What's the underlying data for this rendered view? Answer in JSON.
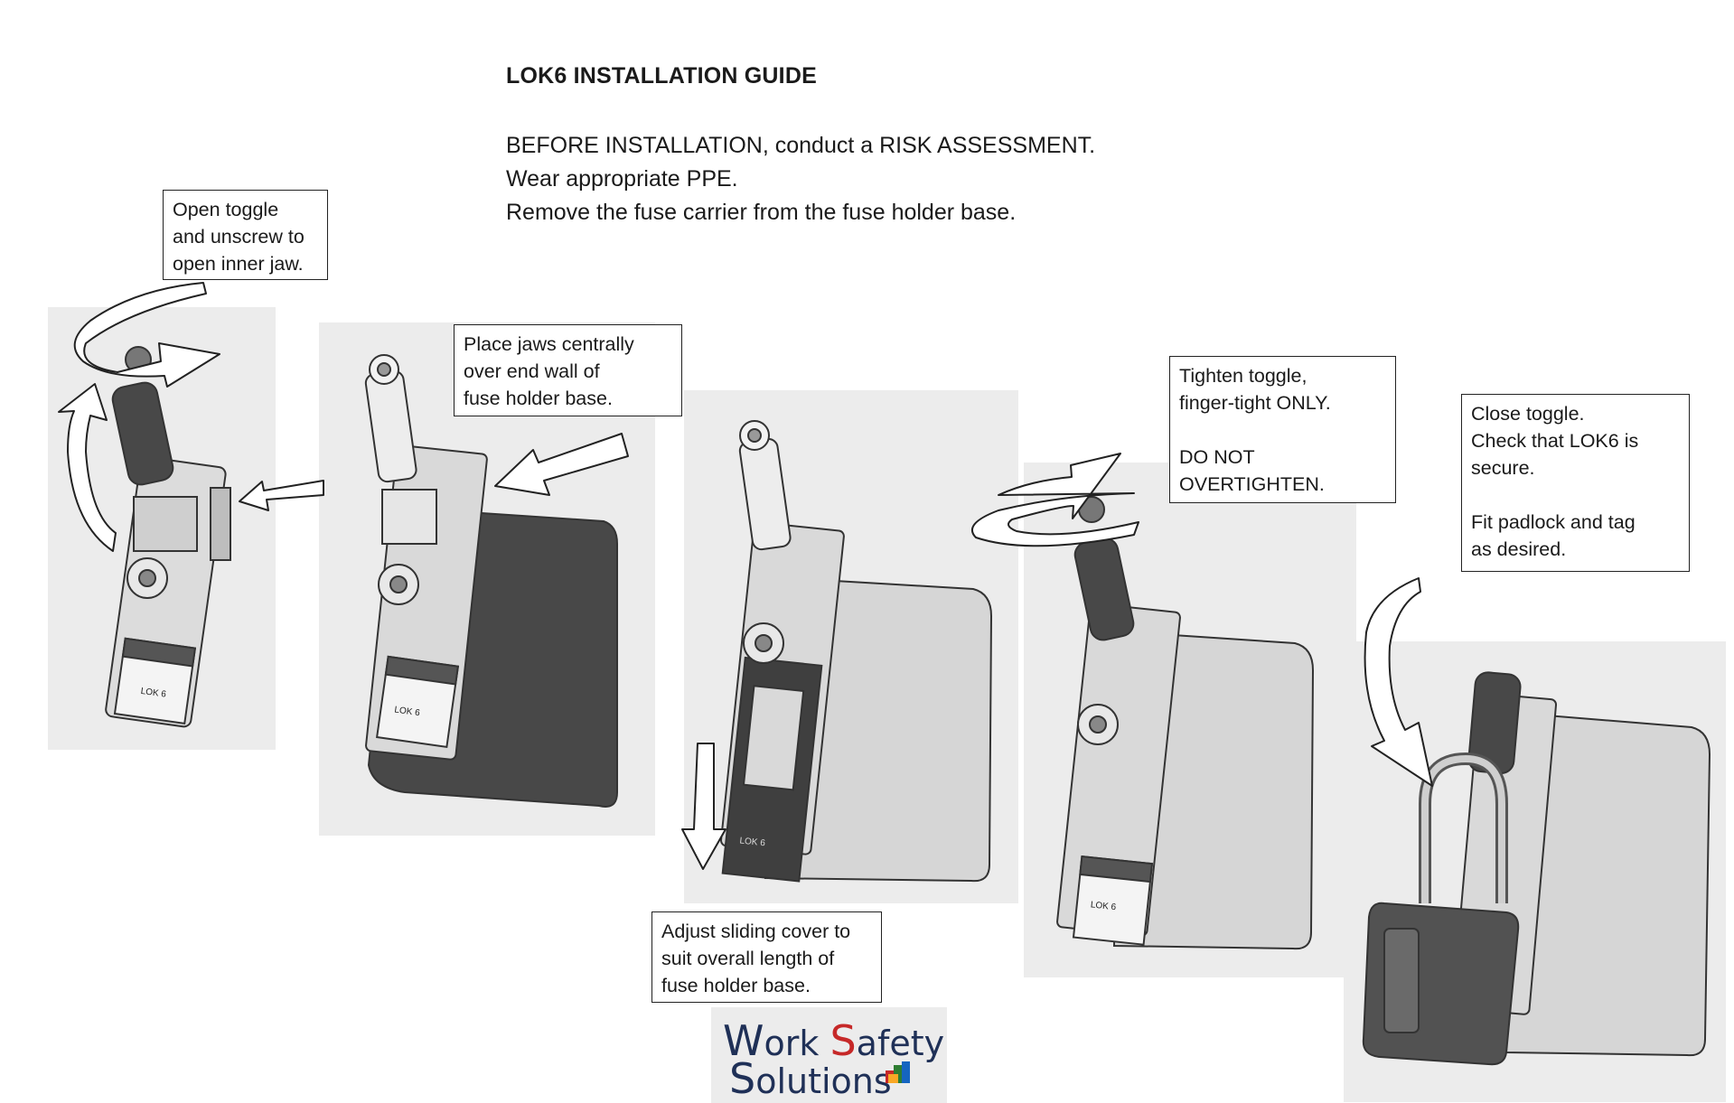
{
  "document": {
    "title": "LOK6 INSTALLATION GUIDE",
    "intro": [
      "BEFORE INSTALLATION, conduct a RISK ASSESSMENT.",
      "Wear appropriate PPE.",
      "Remove the fuse carrier from the fuse holder base."
    ]
  },
  "steps": [
    {
      "lines": [
        "Open toggle",
        "and unscrew to",
        "open inner jaw."
      ]
    },
    {
      "lines": [
        "Place jaws centrally",
        "over end wall of",
        "fuse holder base."
      ]
    },
    {
      "lines": [
        "Adjust sliding cover to",
        "suit overall length of",
        "fuse holder base."
      ]
    },
    {
      "lines": [
        "Tighten toggle,",
        "finger-tight ONLY.",
        "",
        "DO NOT",
        "OVERTIGHTEN."
      ]
    },
    {
      "lines": [
        "Close toggle.",
        "Check that LOK6 is",
        "secure.",
        "",
        "Fit padlock and tag",
        "as desired."
      ]
    }
  ],
  "device_label": "LOK 6",
  "logo": {
    "word1_initial": "W",
    "word1_rest": "ork",
    "word2_initial": "S",
    "word2_rest": "afety",
    "word3_initial": "S",
    "word3_rest": "olutions"
  },
  "colors": {
    "panel_bg": "#ececec",
    "device_light": "#d9d9d9",
    "device_dark": "#4a4a4a",
    "logo_navy": "#1f3057",
    "logo_red": "#c62828"
  }
}
